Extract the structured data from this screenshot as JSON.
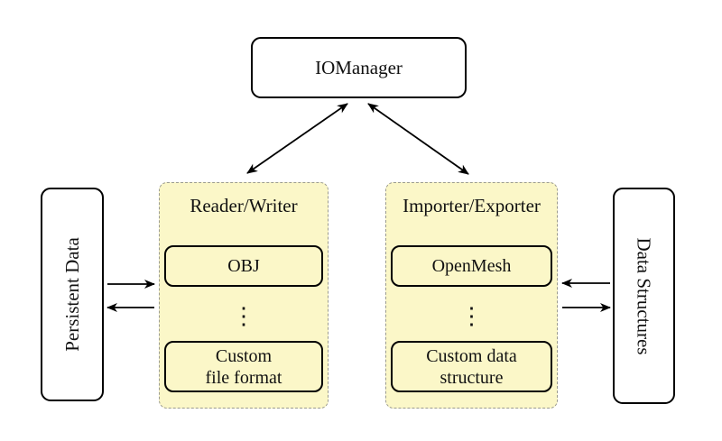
{
  "diagram": {
    "description": "IOManager input/output architecture diagram",
    "ellipsis": "⋮",
    "colors": {
      "group_fill": "#FBF7C8",
      "group_border": "#9B9B8F",
      "node_border": "#000000",
      "node_fill": "#FFFFFF",
      "arrow": "#000000"
    },
    "nodes": {
      "iomanager": {
        "label": "IOManager"
      },
      "persistent_data": {
        "label": "Persistent Data"
      },
      "data_structures": {
        "label": "Data Structures"
      }
    },
    "groups": {
      "reader_writer": {
        "title": "Reader/Writer",
        "first_item": {
          "label": "OBJ"
        },
        "last_item": {
          "line1": "Custom",
          "line2": "file format"
        }
      },
      "importer_exporter": {
        "title": "Importer/Exporter",
        "first_item": {
          "label": "OpenMesh"
        },
        "last_item": {
          "line1": "Custom data",
          "line2": "structure"
        }
      }
    },
    "arrows": {
      "iomanager_reader_writer": "bidirectional",
      "iomanager_importer_exporter": "bidirectional",
      "persistent_to_reader": "right",
      "reader_to_persistent": "left",
      "structures_to_importer": "left",
      "importer_to_structures": "right"
    }
  }
}
